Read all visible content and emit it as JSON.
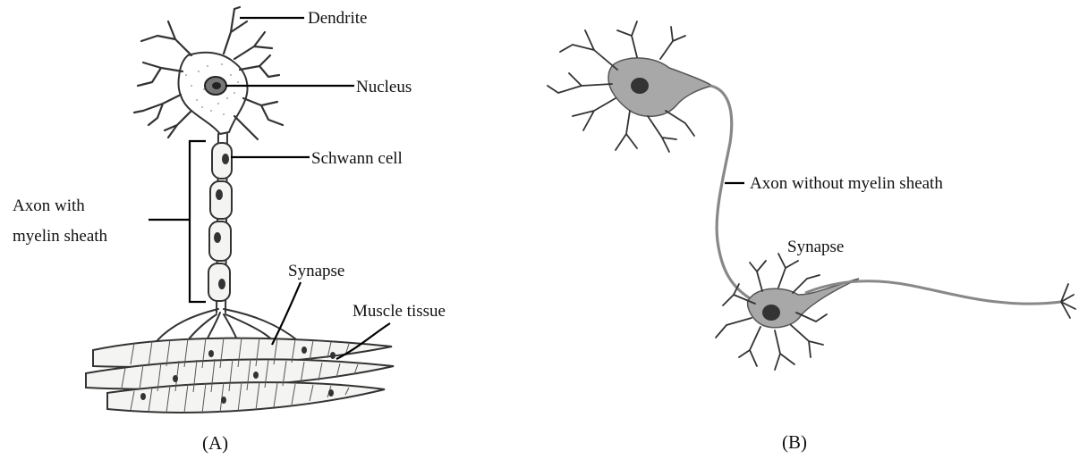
{
  "panel_a": {
    "caption": "(A)",
    "labels": {
      "dendrite": "Dendrite",
      "nucleus": "Nucleus",
      "schwann_cell": "Schwann cell",
      "axon_line1": "Axon with",
      "axon_line2": "myelin sheath",
      "synapse": "Synapse",
      "muscle": "Muscle tissue"
    }
  },
  "panel_b": {
    "caption": "(B)",
    "labels": {
      "axon": "Axon without myelin sheath",
      "synapse": "Synapse"
    }
  }
}
